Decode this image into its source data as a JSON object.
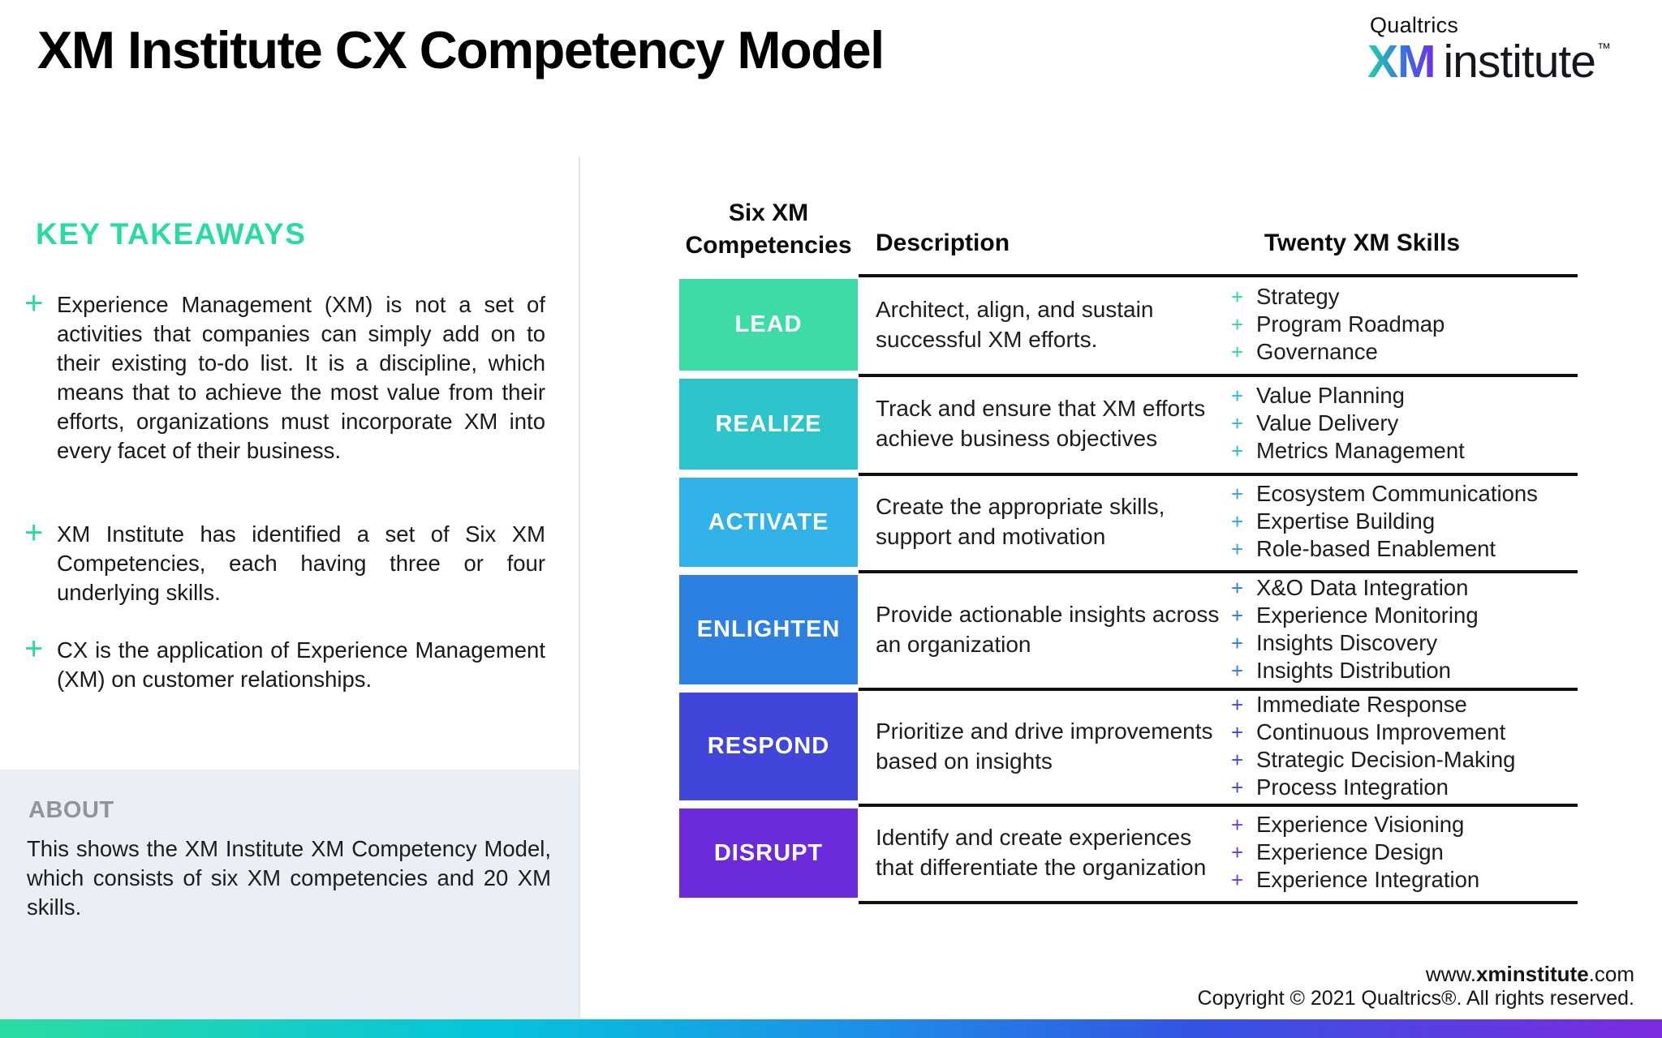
{
  "page": {
    "title": "XM Institute CX Competency Model"
  },
  "logo": {
    "brand": "Qualtrics",
    "xm": "XM",
    "institute": "institute",
    "tm": "™"
  },
  "key_takeaways": {
    "heading": "KEY TAKEAWAYS",
    "bullet_marker": "+",
    "bullets": [
      "Experience Management (XM) is not a set of activities that companies can simply add on to their existing to-do list. It is a discipline, which means that to achieve the most value from their efforts, organizations must incorporate XM into every facet of their business.",
      "XM Institute has identified a set of Six XM Competencies, each having three or four underlying skills.",
      "CX is the application of Experience Management (XM) on customer relationships."
    ]
  },
  "about": {
    "heading": "ABOUT",
    "body": "This shows the XM Institute XM Competency Model, which consists of six XM competencies and 20 XM skills."
  },
  "table": {
    "headers": {
      "competencies": "Six XM Competencies",
      "description": "Description",
      "skills": "Twenty XM Skills"
    },
    "rows": [
      {
        "name": "LEAD",
        "color": "#3edca5",
        "plus_color": "#2bd9a6",
        "description": "Architect, align, and sustain successful XM efforts.",
        "skills": [
          "Strategy",
          "Program Roadmap",
          "Governance"
        ]
      },
      {
        "name": "REALIZE",
        "color": "#2ec4cb",
        "plus_color": "#2cbcd4",
        "description": "Track and ensure that XM efforts achieve business objectives",
        "skills": [
          "Value Planning",
          "Value Delivery",
          "Metrics Management"
        ]
      },
      {
        "name": "ACTIVATE",
        "color": "#30b2e8",
        "plus_color": "#2fa2e8",
        "description": "Create the appropriate skills, support and motivation",
        "skills": [
          "Ecosystem Communications",
          "Expertise Building",
          "Role-based Enablement"
        ]
      },
      {
        "name": "ENLIGHTEN",
        "color": "#2b80e2",
        "plus_color": "#2e7be8",
        "description": "Provide actionable insights across an organization",
        "skills": [
          "X&O Data Integration",
          "Experience Monitoring",
          "Insights Discovery",
          "Insights Distribution"
        ]
      },
      {
        "name": "RESPOND",
        "color": "#4145d9",
        "plus_color": "#3f48dc",
        "description": "Prioritize and drive improvements based on insights",
        "skills": [
          "Immediate Response",
          "Continuous Improvement",
          "Strategic Decision-Making",
          "Process Integration"
        ]
      },
      {
        "name": "DISRUPT",
        "color": "#6c2bd9",
        "plus_color": "#6c3be0",
        "description": "Identify and create experiences that differentiate the organization",
        "skills": [
          "Experience Visioning",
          "Experience Design",
          "Experience Integration"
        ]
      }
    ]
  },
  "footer": {
    "url_prefix": "www.",
    "url_bold": "xminstitute",
    "url_suffix": ".com",
    "copyright": "Copyright © 2021 Qualtrics®. All rights reserved."
  },
  "colors": {
    "accent": "#2bd9a6",
    "about_bg": "#e9eff5",
    "xm_gradient": [
      "#1fd4a6",
      "#3e63e8",
      "#7a2be2"
    ],
    "footer_bar": [
      "#2bdca2",
      "#06c3dd",
      "#1e8fe8",
      "#3353e3",
      "#7d2be0"
    ]
  }
}
